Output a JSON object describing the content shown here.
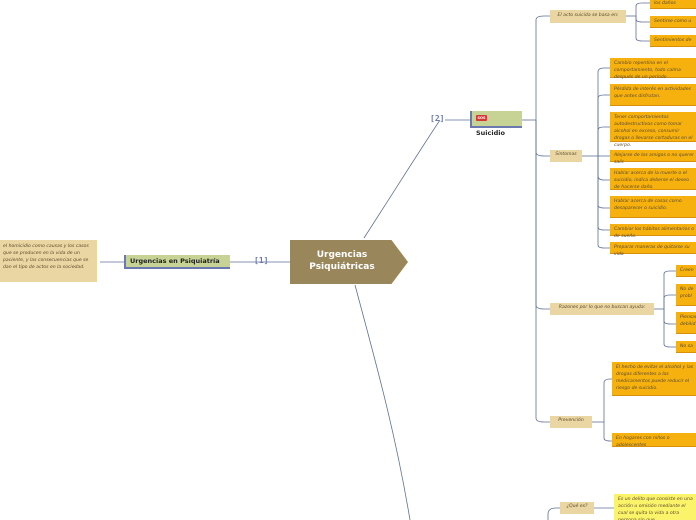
{
  "center": {
    "line1": "Urgencias",
    "line2": "Psiquiátricas"
  },
  "branch1": {
    "number": "[1]",
    "label": "Urgencias en Psiquiatría",
    "note": "el homicidio como causas y los casos que se producen en la vida de un paciente, y las consecuencias que se dan el tipo de actos en la sociedad."
  },
  "branch2": {
    "number": "[2]",
    "badge": "SOS",
    "label": "Suicidio",
    "acto": {
      "label": "El acto suicida se basa en:",
      "items": [
        "los daños",
        "Sentirse como u",
        "Sentimientos de"
      ]
    },
    "sintomas": {
      "label": "Síntomas",
      "items": [
        "Cambio repentino en el comportamiento, todo calma después de un período",
        "Pérdida de interés en actividades que antes disfrutan.",
        "Tener comportamientos autodestructivos como tomar alcohol en exceso, consumir drogas o llevarse cortaduras en el cuerpo.",
        "Alejarse de los amigos o no querer salir.",
        "Hablar acerca de la muerte o el suicidio, indica deberse el deseo de hacerse daño.",
        "Hablar acerca de cosas como desaparecer o suicidio.",
        "Cambiar los hábitos alimentarios o de sueño.",
        "Preparar maneras de quitarse su vida"
      ]
    },
    "razones": {
      "label": "Razones por lo que no buscan ayuda:",
      "items": [
        "Creen",
        "No de probl",
        "Piensan debilid",
        "No sa"
      ]
    },
    "prevencion": {
      "label": "Prevención",
      "items": [
        "El hecho de evitar el alcohol y las drogas diferentes a los medicamentos puede reducir el riesgo de suicidio.",
        "En hogares con niños o adolescentes"
      ]
    }
  },
  "branch3": {
    "que_es": {
      "label": "¿Qué es?",
      "text": "Es un delito que consiste en una acción u omisión mediante el cual se quita la vida a otra persona sin que..."
    }
  }
}
